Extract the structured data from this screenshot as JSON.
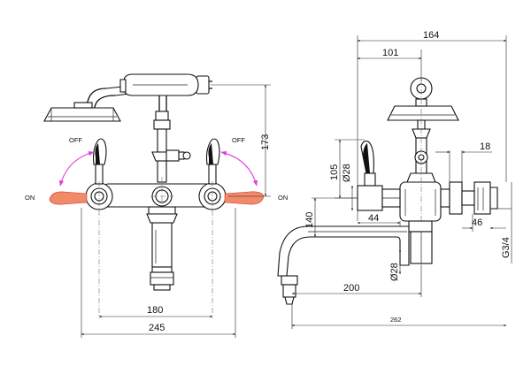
{
  "front_view": {
    "label_off_left": "OFF",
    "label_off_right": "OFF",
    "label_on_left": "ON",
    "label_on_right": "ON",
    "dim_height": "173",
    "dim_centres": "180",
    "dim_width": "245"
  },
  "side_view": {
    "dim_width": "164",
    "dim_offset": "101",
    "dim_connector": "18",
    "dim_height": "105",
    "dim_diameter_top": "Ø28",
    "dim_body": "44",
    "dim_spout_height": "140",
    "dim_diameter_spout": "Ø28",
    "dim_reach": "200",
    "dim_overall": "262",
    "dim_nut": "46",
    "thread": "G3/4"
  },
  "colors": {
    "line": "#111111",
    "lever_on": "#f08a68",
    "arrow": "#e040d8"
  }
}
